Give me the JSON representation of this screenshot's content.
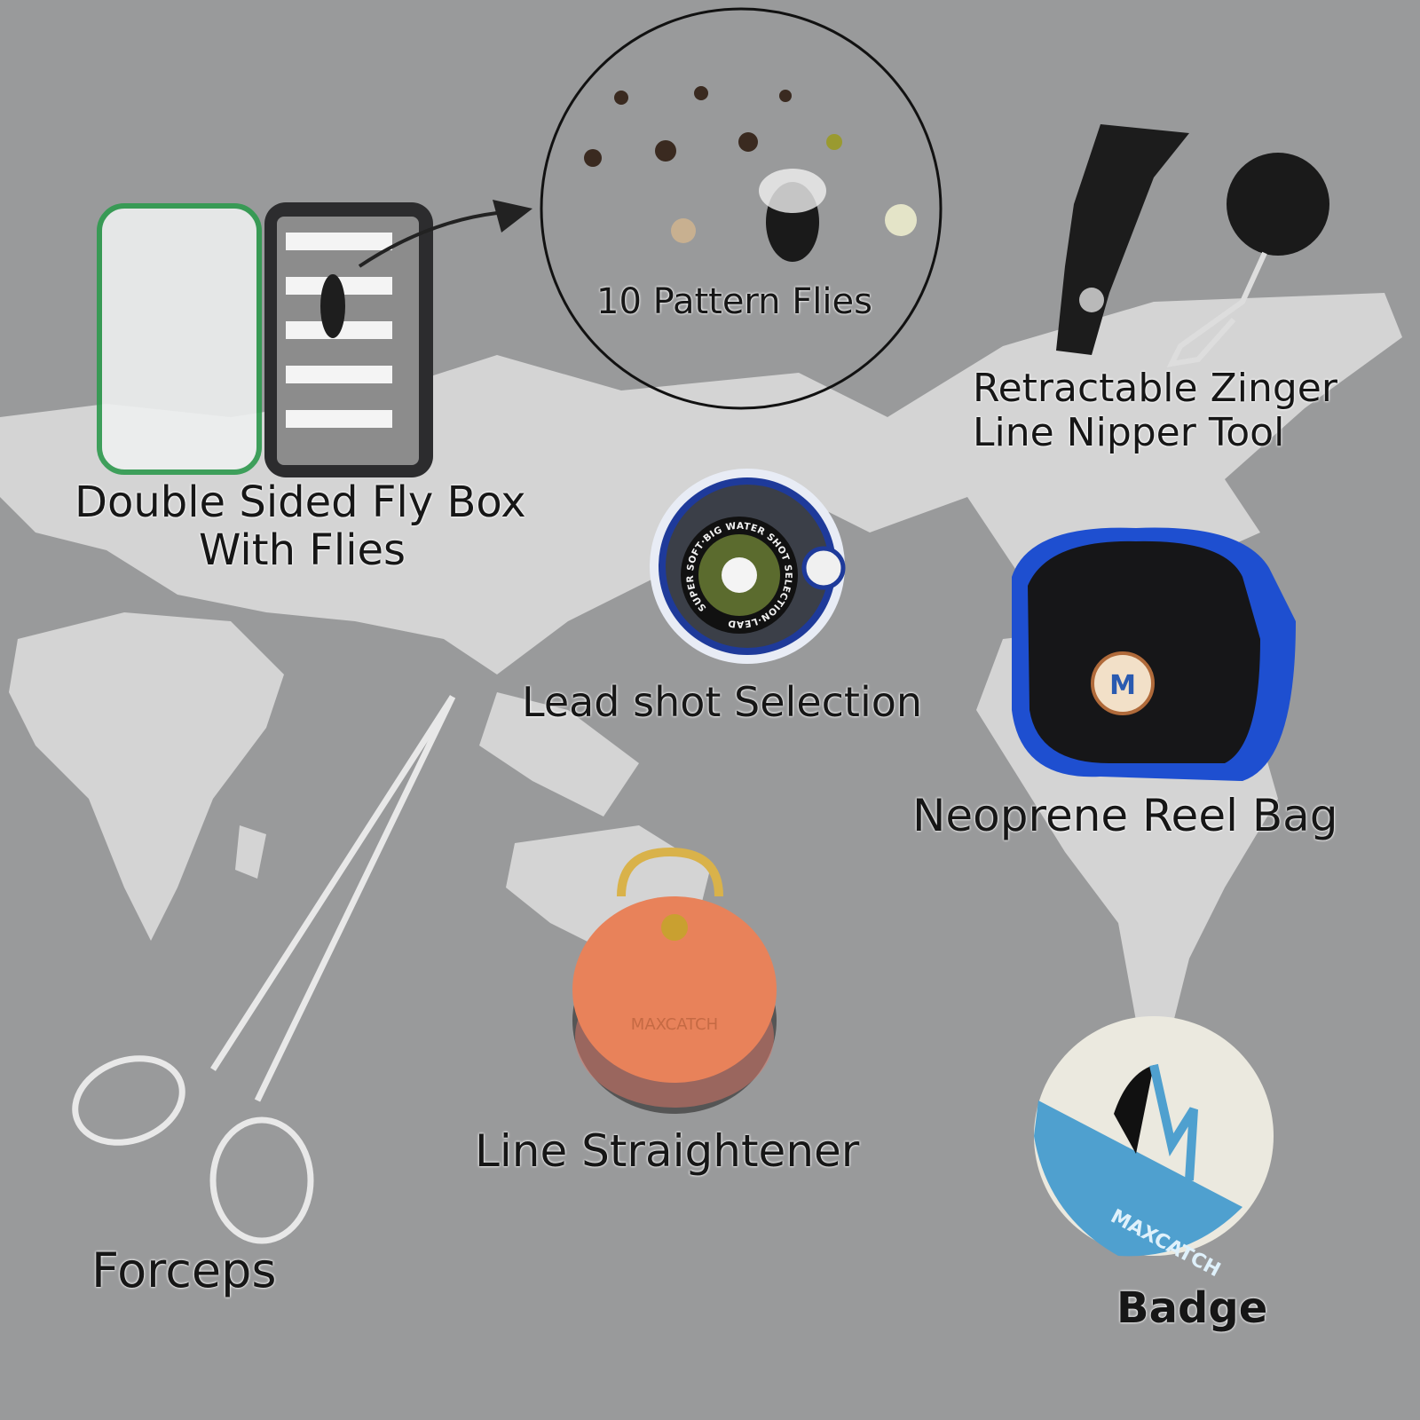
{
  "colors": {
    "background": "#999a9b",
    "map": "#d4d4d4",
    "text": "#161616",
    "reel_bag_blue": "#1e4fd0",
    "straightener": "#e8825a"
  },
  "items": [
    {
      "id": "pattern-flies",
      "label": "10 Pattern Flies"
    },
    {
      "id": "zinger-nipper",
      "label_lines": [
        "Retractable Zinger",
        "Line Nipper Tool"
      ]
    },
    {
      "id": "fly-box",
      "label_lines": [
        "Double Sided Fly Box",
        "With Flies"
      ]
    },
    {
      "id": "lead-shot",
      "label": "Lead shot Selection",
      "product_text": "SUPER SOFT·BIG WATER SHOT SELECTION·LEAD"
    },
    {
      "id": "reel-bag",
      "label": "Neoprene Reel Bag"
    },
    {
      "id": "line-straightener",
      "label": "Line Straightener",
      "product_text": "MAXCATCH"
    },
    {
      "id": "forceps",
      "label": "Forceps"
    },
    {
      "id": "badge",
      "label": "Badge",
      "product_text": "MAXCATCH"
    }
  ]
}
